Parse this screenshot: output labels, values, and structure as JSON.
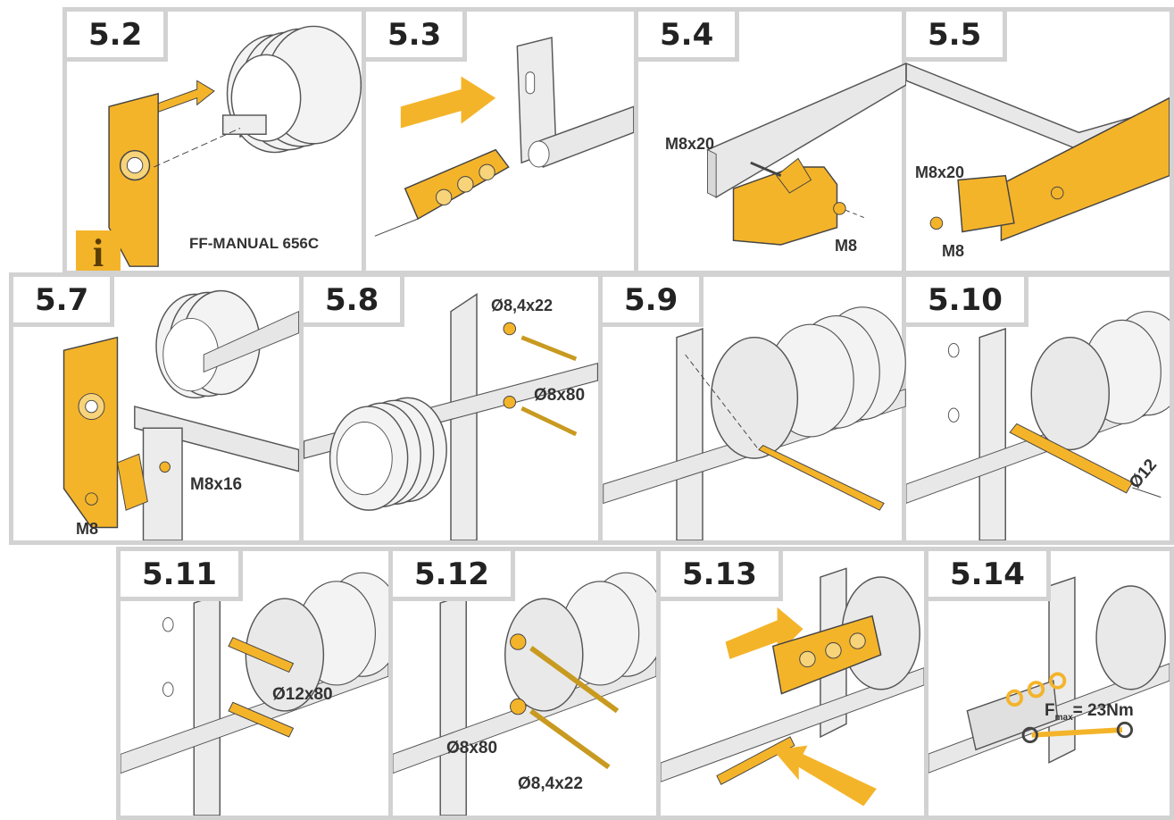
{
  "colors": {
    "accent": "#f4b42a",
    "frame": "#d2d2d2",
    "text": "#333333"
  },
  "steps": {
    "s5_2": {
      "number": "5.2",
      "label": "FF-MANUAL 656C",
      "icon": "info-icon",
      "icon_glyph": "i"
    },
    "s5_3": {
      "number": "5.3"
    },
    "s5_4": {
      "number": "5.4",
      "bolt": "M8x20",
      "nut": "M8"
    },
    "s5_5": {
      "number": "5.5",
      "bolt": "M8x20",
      "nut": "M8"
    },
    "s5_7": {
      "number": "5.7",
      "bolt": "M8x16",
      "nut": "M8"
    },
    "s5_8": {
      "number": "5.8",
      "screw_a": "Ø8,4x22",
      "screw_b": "Ø8x80"
    },
    "s5_9": {
      "number": "5.9"
    },
    "s5_10": {
      "number": "5.10",
      "drill": "Ø12"
    },
    "s5_11": {
      "number": "5.11",
      "plug": "Ø12x80"
    },
    "s5_12": {
      "number": "5.12",
      "screw_a": "Ø8x80",
      "screw_b": "Ø8,4x22"
    },
    "s5_13": {
      "number": "5.13"
    },
    "s5_14": {
      "number": "5.14",
      "torque_symbol": "F",
      "torque_sub": "max",
      "torque_value": "= 23Nm"
    }
  }
}
